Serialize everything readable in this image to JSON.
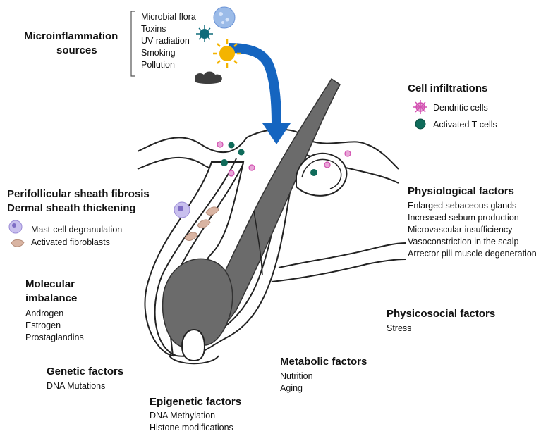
{
  "microinflammation": {
    "title_line1": "Microinflammation",
    "title_line2": "sources",
    "items": [
      "Microbial flora",
      "Toxins",
      "UV radiation",
      "Smoking",
      "Pollution"
    ]
  },
  "cell_infiltrations": {
    "title": "Cell infiltrations",
    "items": [
      "Dendritic cells",
      "Activated T-cells"
    ]
  },
  "fibrosis": {
    "title_line1": "Perifollicular sheath fibrosis",
    "title_line2": "Dermal sheath thickening",
    "items": [
      "Mast-cell degranulation",
      "Activated fibroblasts"
    ]
  },
  "physiological": {
    "title": "Physiological factors",
    "items": [
      "Enlarged sebaceous glands",
      "Increased sebum production",
      "Microvascular insufficiency",
      "Vasoconstriction in the scalp",
      "Arrector pili muscle degeneration"
    ]
  },
  "molecular": {
    "title_line1": "Molecular",
    "title_line2": "imbalance",
    "items": [
      "Androgen",
      "Estrogen",
      "Prostaglandins"
    ]
  },
  "physicosocial": {
    "title": "Physicosocial factors",
    "items": [
      "Stress"
    ]
  },
  "genetic": {
    "title": "Genetic factors",
    "items": [
      "DNA Mutations"
    ]
  },
  "metabolic": {
    "title": "Metabolic factors",
    "items": [
      "Nutrition",
      "Aging"
    ]
  },
  "epigenetic": {
    "title": "Epigenetic factors",
    "items": [
      "DNA Methylation",
      "Histone modifications"
    ]
  },
  "colors": {
    "arrow": "#1565c0",
    "hair_shaft": "#6b6b6b",
    "dendritic": "#d24fb0",
    "tcell": "#0f6b5a",
    "fibroblast": "#d9b4a2",
    "mast": "#9a8ad6",
    "sun": "#f4b400",
    "smoke": "#3d3d3d"
  }
}
